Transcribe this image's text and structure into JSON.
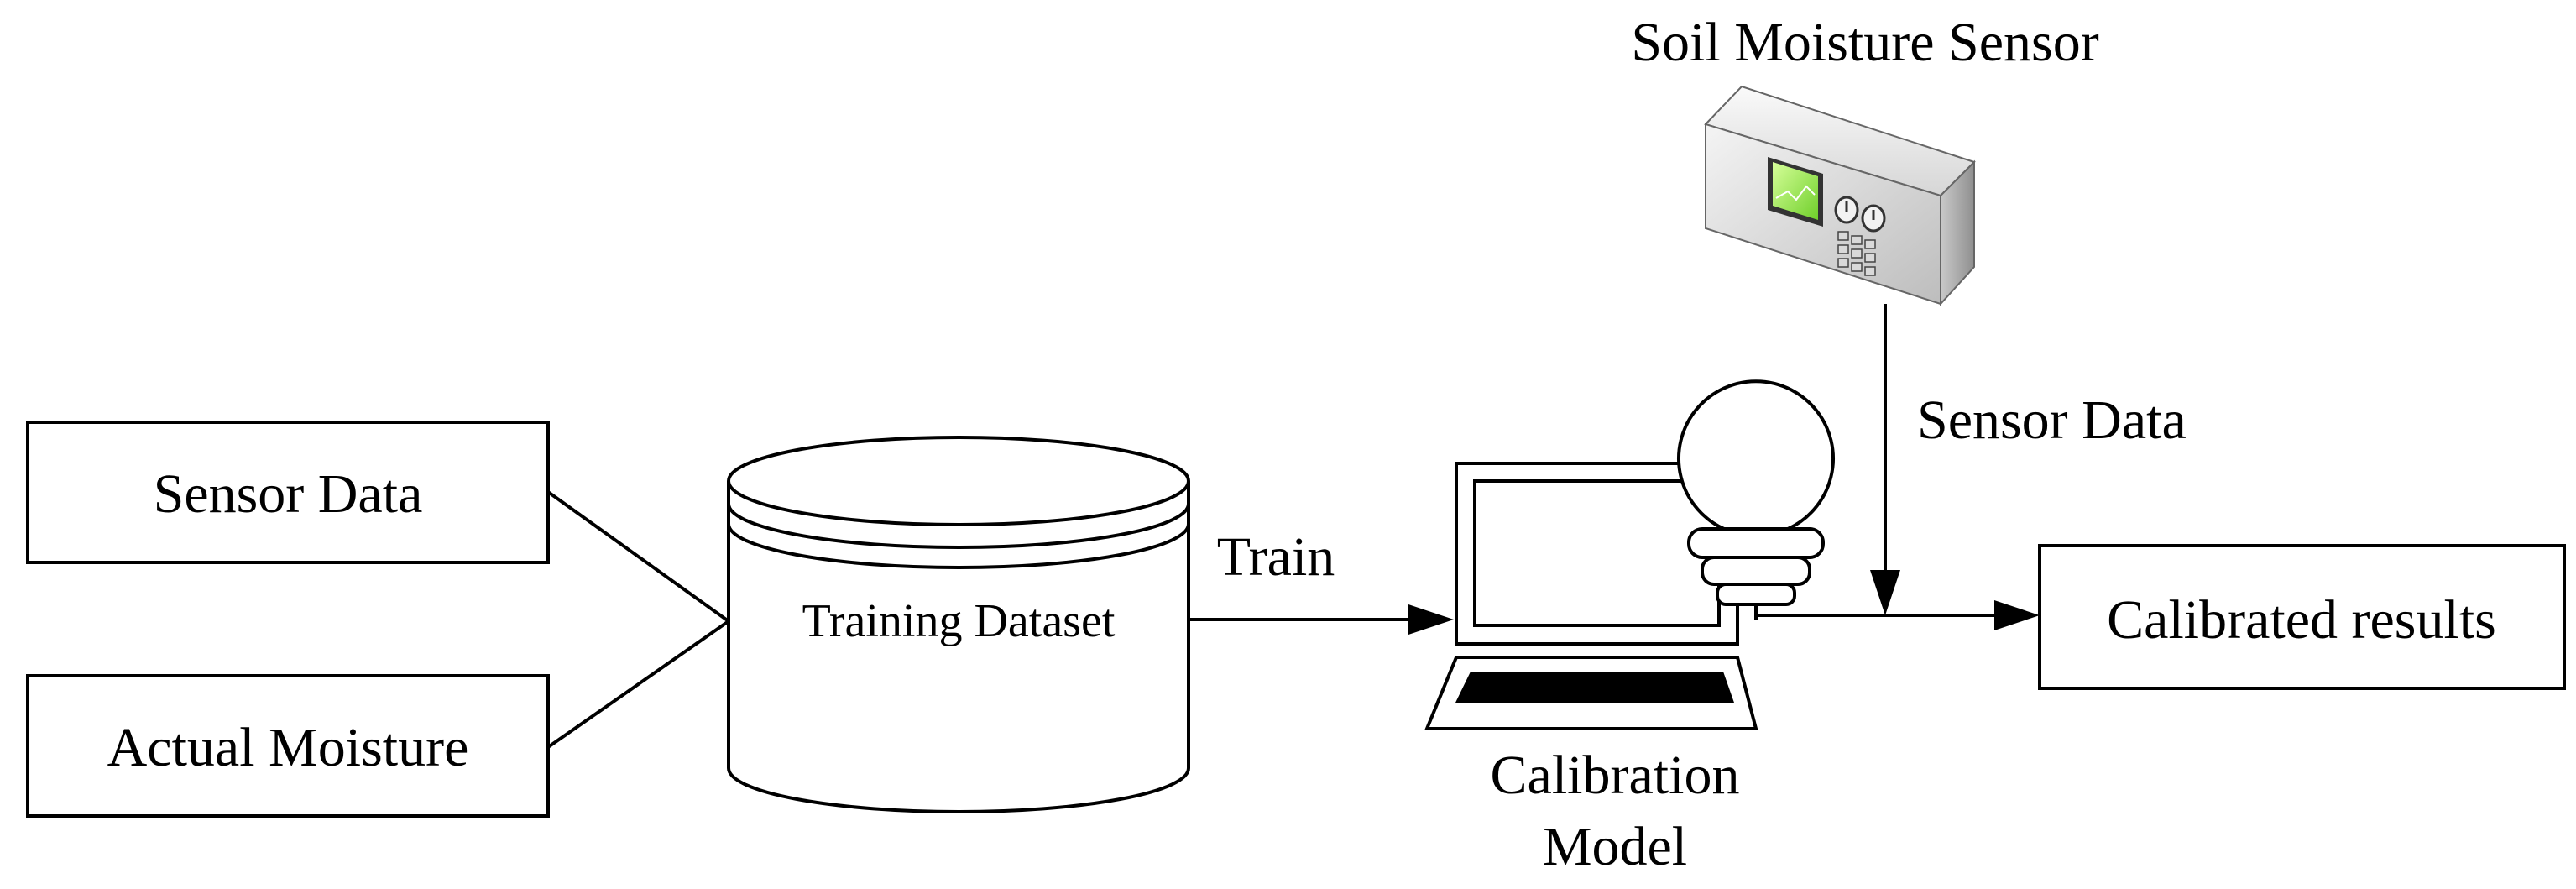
{
  "nodes": {
    "sensor_data_box": "Sensor Data",
    "actual_moisture_box": "Actual Moisture",
    "training_dataset": "Training Dataset",
    "train_edge": "Train",
    "calibration_model_line1": "Calibration",
    "calibration_model_line2": "Model",
    "soil_moisture_sensor": "Soil Moisture Sensor",
    "sensor_data_edge": "Sensor Data",
    "calibrated_results_box": "Calibrated results"
  },
  "colors": {
    "stroke": "#000000",
    "sensor_screen": "#9ee84a",
    "device_body": "#e6e6e6"
  },
  "icons": [
    "database-cylinder-icon",
    "laptop-icon",
    "lightbulb-icon",
    "sensor-device-icon"
  ]
}
